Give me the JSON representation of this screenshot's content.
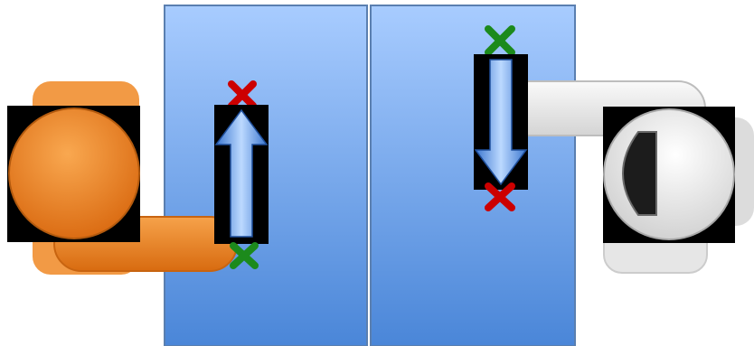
{
  "scene": {
    "panels": [
      {
        "id": "left-panel",
        "fill": "#7fb0f0"
      },
      {
        "id": "right-panel",
        "fill": "#7fb0f0"
      }
    ],
    "arrows": [
      {
        "id": "up-arrow",
        "direction": "up",
        "start_marker": "green-x",
        "end_marker": "red-x"
      },
      {
        "id": "down-arrow",
        "direction": "down",
        "start_marker": "green-x",
        "end_marker": "red-x"
      }
    ],
    "knobs": [
      {
        "id": "orange-knob",
        "color": "#f08a2a"
      },
      {
        "id": "white-knob",
        "color": "#e9e9e9"
      }
    ],
    "colors": {
      "panel_top": "#a8ccff",
      "panel_bottom": "#4a86d8",
      "marker_red": "#cc0000",
      "marker_green": "#1c8a1c",
      "orange": "#f08a2a",
      "white": "#f2f2f2"
    }
  }
}
